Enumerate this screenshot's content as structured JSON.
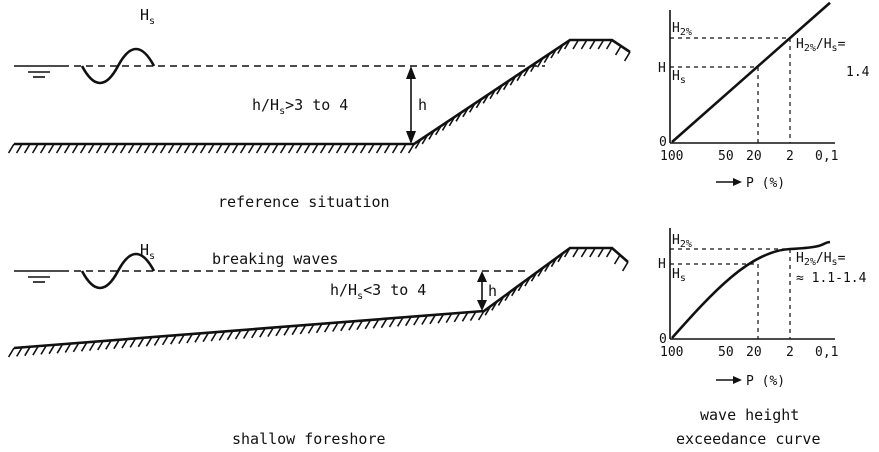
{
  "top": {
    "wave_label": "H",
    "wave_label_sub": "s",
    "ratio_prefix": "h/H",
    "ratio_sub": "s",
    "ratio_suffix": ">3 to 4",
    "depth_label": "h",
    "caption": "reference situation"
  },
  "bottom": {
    "wave_label": "H",
    "wave_label_sub": "s",
    "breaking_label": "breaking waves",
    "ratio_prefix": "h/H",
    "ratio_sub": "s",
    "ratio_suffix": "<3 to 4",
    "depth_label": "h",
    "caption": "shallow foreshore"
  },
  "curves_caption_line1": "wave height",
  "curves_caption_line2": "exceedance curve",
  "chart_data": [
    {
      "type": "line",
      "xlabel": "P (%)",
      "x_ticks": [
        "100",
        "50",
        "20",
        "2",
        "0,1"
      ],
      "y_ticks": [
        {
          "label": "H",
          "sub": "2%"
        },
        {
          "label": "H",
          "sub": ""
        },
        {
          "label": "H",
          "sub": "s"
        },
        {
          "label": "0",
          "sub": ""
        }
      ],
      "ratio_label": "H",
      "ratio_label_sub1": "2%",
      "ratio_label_mid": "/H",
      "ratio_label_sub2": "s",
      "ratio_label_eq": "=",
      "ratio_value": "1.4",
      "series": [
        {
          "shape": "straight",
          "points": [
            [
              100,
              0
            ],
            [
              2,
              1.4
            ]
          ]
        }
      ]
    },
    {
      "type": "line",
      "xlabel": "P (%)",
      "x_ticks": [
        "100",
        "50",
        "20",
        "2",
        "0,1"
      ],
      "y_ticks": [
        {
          "label": "H",
          "sub": "2%"
        },
        {
          "label": "H",
          "sub": ""
        },
        {
          "label": "H",
          "sub": "s"
        },
        {
          "label": "0",
          "sub": ""
        }
      ],
      "ratio_label": "H",
      "ratio_label_sub1": "2%",
      "ratio_label_mid": "/H",
      "ratio_label_sub2": "s",
      "ratio_label_eq": "=",
      "ratio_value": "≈ 1.1-1.4",
      "series": [
        {
          "shape": "concave",
          "points": [
            [
              100,
              0
            ],
            [
              2,
              1.15
            ]
          ]
        }
      ]
    }
  ]
}
